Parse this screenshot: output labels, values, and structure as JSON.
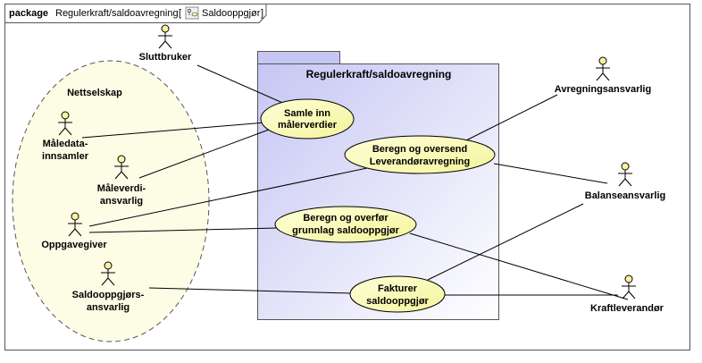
{
  "header": {
    "keyword": "package",
    "name": "Regulerkraft/saldoavregning",
    "bracket_open": "[",
    "bracket_close": "]",
    "diagram_icon": "usecase-diagram-icon",
    "diagram_name": "Saldooppgjør"
  },
  "subsystem": {
    "name": "Regulerkraft/saldoavregning"
  },
  "group": {
    "name": "Nettselskap"
  },
  "actors": {
    "sluttbruker": [
      "Sluttbruker"
    ],
    "maledata": [
      "Måledata-",
      "innsamler"
    ],
    "maleverdi": [
      "Måleverdi-",
      "ansvarlig"
    ],
    "oppgavegiver": [
      "Oppgavegiver"
    ],
    "saldooppgjors": [
      "Saldooppgjørs-",
      "ansvarlig"
    ],
    "avregningsansvarlig": [
      "Avregningsansvarlig"
    ],
    "balanseansvarlig": [
      "Balanseansvarlig"
    ],
    "kraftleverandor": [
      "Kraftleverandør"
    ]
  },
  "usecases": {
    "samle": [
      "Samle inn",
      "målerverdier"
    ],
    "beregn_oversend": [
      "Beregn og oversend",
      "Leverandøravregning"
    ],
    "beregn_overfor": [
      "Beregn og overfør",
      "grunnlag saldooppgjør"
    ],
    "fakturer": [
      "Fakturer",
      "saldooppgjør"
    ]
  },
  "colors": {
    "usecase_fill": "#fbfbc0",
    "package_fill": "#d4d4f8",
    "group_fill": "#fefee6",
    "line": "#000000"
  }
}
